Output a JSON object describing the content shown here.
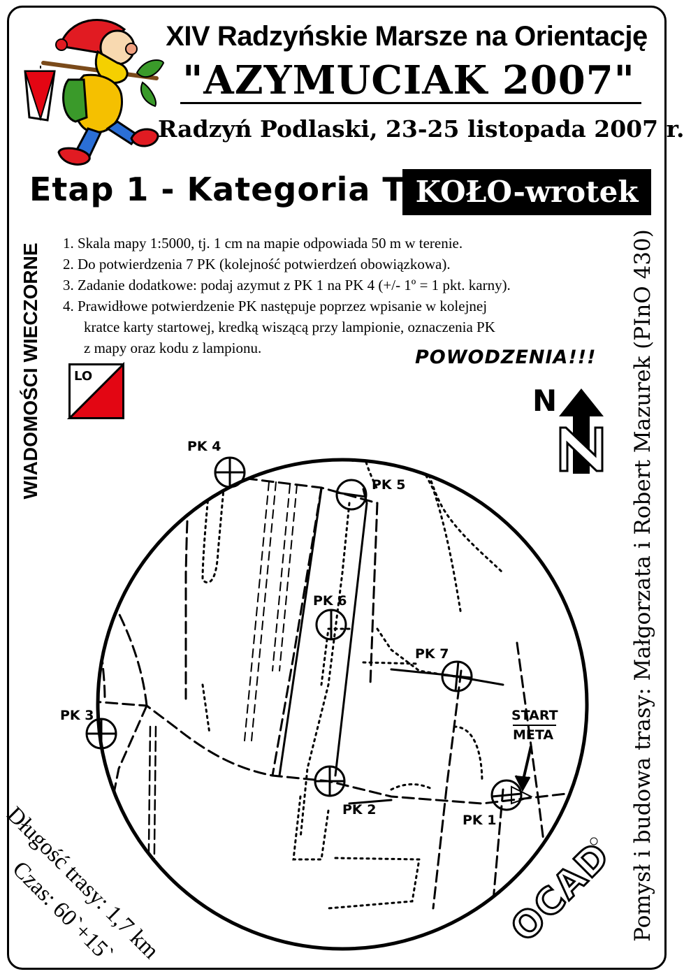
{
  "header": {
    "title_line1": "XIV Radzyńskie Marsze na Orientację",
    "title_line2": "\"AZYMUCIAK 2007\"",
    "title_line3": "Radzyń Podlaski, 23-25 listopada 2007 r."
  },
  "stage": {
    "label": "Etap 1 - Kategoria TD",
    "course_name": "KOŁO-wrotek"
  },
  "sidebar_left": "WIADOMOŚCI WIECZORNE",
  "sidebar_right": "Pomysł i budowa trasy: Małgorzata i Robert Mazurek (PInO 430)",
  "rules": [
    "1. Skala mapy 1:5000, tj. 1 cm na mapie odpowiada 50 m w terenie.",
    "2. Do potwierdzenia 7 PK (kolejność potwierdzeń obowiązkowa).",
    "3. Zadanie dodatkowe: podaj azymut z PK 1 na PK 4 (+/- 1º = 1 pkt. karny).",
    "4. Prawidłowe potwierdzenie PK następuje poprzez wpisanie w kolejnej",
    "kratce karty startowej, kredką wiszącą przy lampionie, oznaczenia PK",
    "z mapy oraz kodu z lampionu."
  ],
  "good_luck": "POWODZENIA!!!",
  "logo_lo": "LO",
  "north_label": "N",
  "controls": {
    "pk1": "PK 1",
    "pk2": "PK 2",
    "pk3": "PK 3",
    "pk4": "PK 4",
    "pk5": "PK 5",
    "pk6": "PK 6",
    "pk7": "PK 7"
  },
  "start_label": "START",
  "finish_label": "META",
  "course_length": "Długość trasy: 1,7 km",
  "course_time": "Czas: 60`+15`",
  "ocad_logo": "OCAD",
  "colors": {
    "ink": "#000000",
    "paper": "#ffffff",
    "flag_red": "#e30613",
    "gnome_yellow": "#f5d000",
    "gnome_red": "#e11b22",
    "leaf_green": "#3a9a2a"
  }
}
